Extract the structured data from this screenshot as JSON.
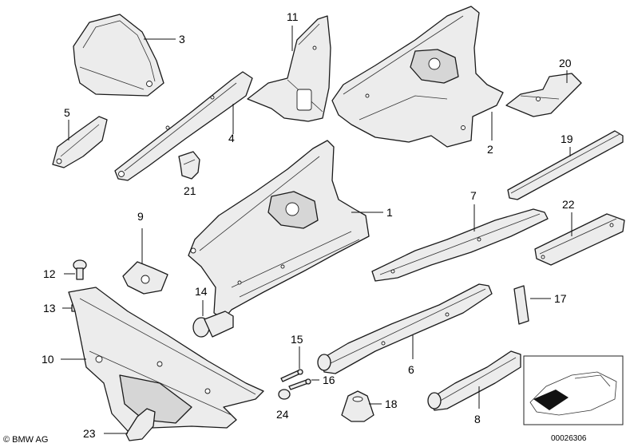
{
  "footer": {
    "brand": "© BMW AG",
    "diagram_number": "00026306"
  },
  "callouts": [
    "1",
    "2",
    "3",
    "4",
    "5",
    "6",
    "7",
    "8",
    "9",
    "10",
    "11",
    "12",
    "13",
    "14",
    "15",
    "16",
    "17",
    "18",
    "19",
    "20",
    "21",
    "22",
    "23",
    "24"
  ]
}
